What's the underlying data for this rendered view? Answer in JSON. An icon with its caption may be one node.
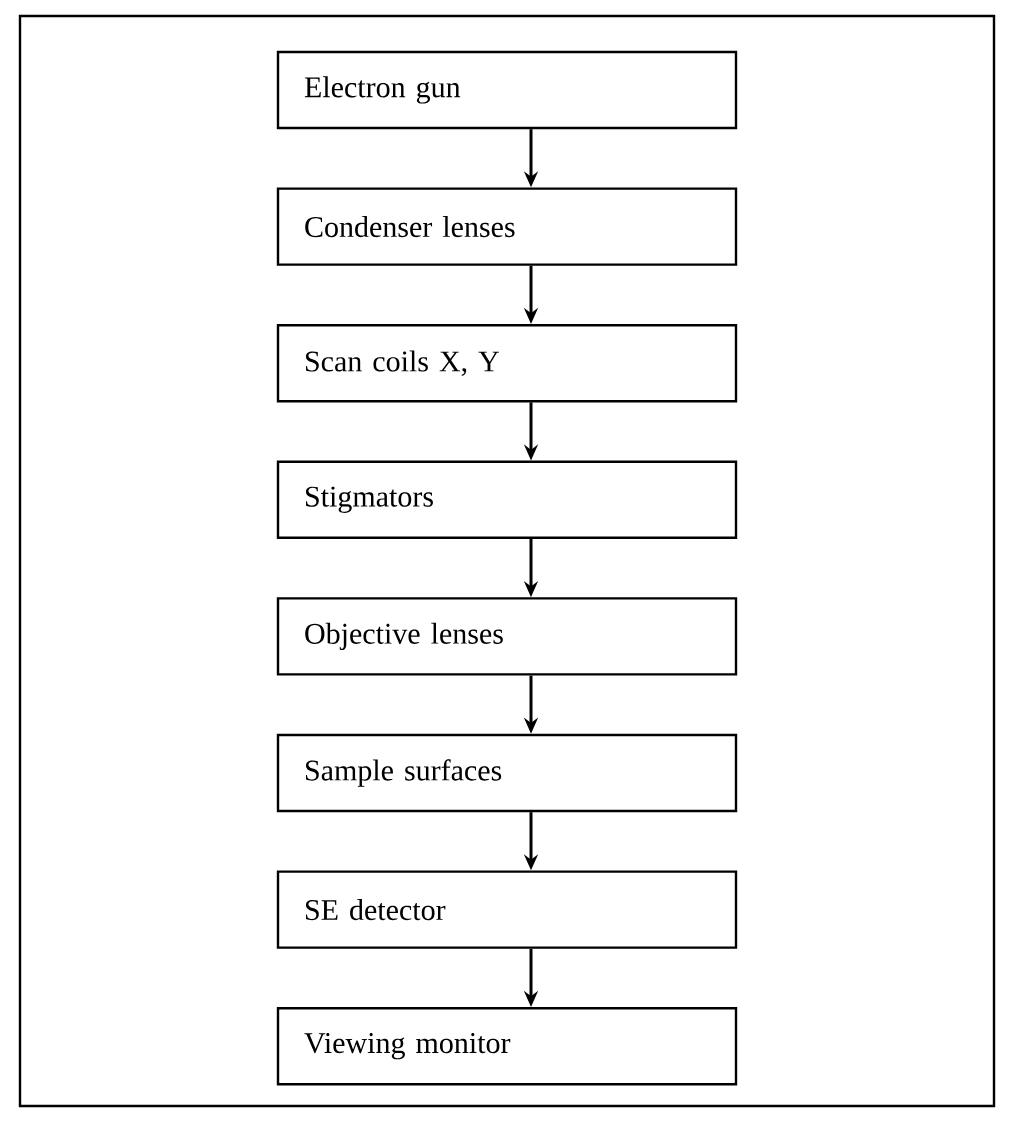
{
  "diagram": {
    "nodes": [
      {
        "text": [
          "Electron gun"
        ]
      },
      {
        "text": [
          "Condenser lenses"
        ]
      },
      {
        "text": [
          "Scan coils X, Y"
        ]
      },
      {
        "text": [
          "Stigmators"
        ]
      },
      {
        "text": [
          "Objective lenses"
        ]
      },
      {
        "text": [
          "Sample surfaces"
        ]
      },
      {
        "text": [
          "SE detector"
        ]
      },
      {
        "text": [
          "Viewing monitor"
        ]
      }
    ],
    "edges": [
      {
        "from": 0,
        "to": 1,
        "arrow": "to"
      },
      {
        "from": 1,
        "to": 2,
        "arrow": "to"
      },
      {
        "from": 2,
        "to": 3,
        "arrow": "to"
      },
      {
        "from": 3,
        "to": 4,
        "arrow": "to"
      },
      {
        "from": 4,
        "to": 5,
        "arrow": "to"
      },
      {
        "from": 5,
        "to": 6,
        "arrow": "to"
      },
      {
        "from": 6,
        "to": 7,
        "arrow": "to"
      }
    ]
  }
}
